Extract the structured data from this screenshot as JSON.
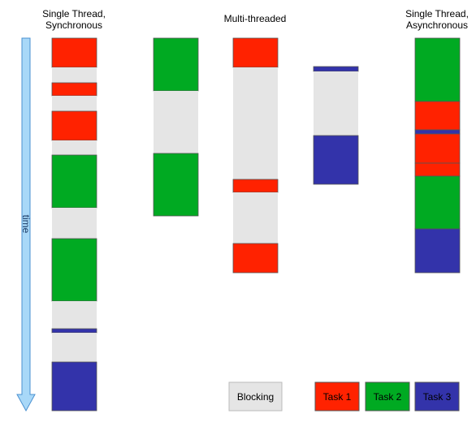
{
  "titles": {
    "sync_line1": "Single Thread,",
    "sync_line2": "Synchronous",
    "multi": "Multi-threaded",
    "async_line1": "Single Thread,",
    "async_line2": "Asynchronous"
  },
  "axis": {
    "label": "time"
  },
  "colors": {
    "task1": "#ff2200",
    "task2": "#00aa22",
    "task3": "#3333aa",
    "blocking": "#e5e5e5",
    "arrow_fill": "#a8d8f8",
    "arrow_stroke": "#4a90d0"
  },
  "legend": {
    "blocking": "Blocking",
    "task1": "Task 1",
    "task2": "Task 2",
    "task3": "Task 3"
  },
  "columns": [
    {
      "name": "sync-column",
      "segments": [
        "task1",
        "blocking",
        "task1",
        "blocking",
        "task1",
        "blocking",
        "task2",
        "blocking",
        "task2",
        "blocking",
        "task3",
        "blocking",
        "task3"
      ]
    },
    {
      "name": "thread-1-column",
      "segments": [
        "task2",
        "blocking",
        "task2"
      ]
    },
    {
      "name": "thread-2-column",
      "segments": [
        "task1",
        "blocking",
        "task1",
        "blocking",
        "task1"
      ]
    },
    {
      "name": "thread-3-column",
      "segments": [
        "task3",
        "blocking",
        "task3"
      ]
    },
    {
      "name": "async-column",
      "segments": [
        "task2",
        "task1",
        "task3",
        "task1",
        "task1",
        "task2",
        "task3"
      ]
    }
  ]
}
